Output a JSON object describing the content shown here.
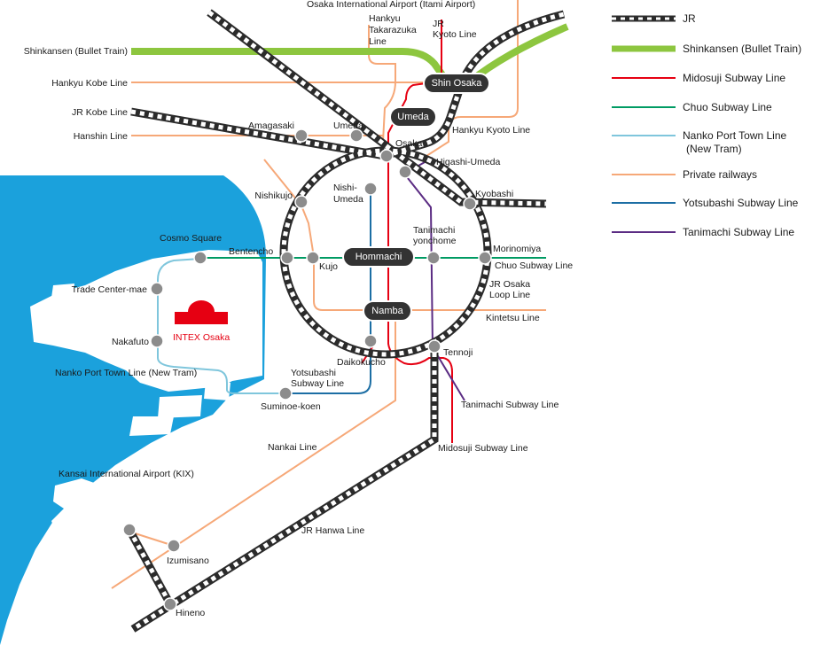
{
  "colors": {
    "sea": "#1ba1dc",
    "land": "#ffffff",
    "jr": "#2b2b2b",
    "shinkansen": "#8dc63f",
    "midosuji": "#e60012",
    "chuo": "#009b63",
    "nanko": "#7fc6dc",
    "private": "#f6a878",
    "yotsubashi": "#1c6ea4",
    "tanimachi": "#5b2c83",
    "station": "#8c8c8c",
    "intex": "#e60012"
  },
  "legend": [
    {
      "label": "JR",
      "style": "jr"
    },
    {
      "label": "Shinkansen (Bullet Train)",
      "style": "shinkansen"
    },
    {
      "label": "Midosuji Subway Line",
      "style": "midosuji"
    },
    {
      "label": "Chuo Subway Line",
      "style": "chuo"
    },
    {
      "label": "Nanko Port Town Line",
      "label2": "(New Tram)",
      "style": "nanko"
    },
    {
      "label": "Private railways",
      "style": "private"
    },
    {
      "label": "Yotsubashi Subway Line",
      "style": "yotsubashi"
    },
    {
      "label": "Tanimachi Subway Line",
      "style": "tanimachi"
    }
  ],
  "hubs": {
    "shin_osaka": "Shin Osaka",
    "umeda": "Umeda",
    "hommachi": "Hommachi",
    "namba": "Namba"
  },
  "venue": "INTEX Osaka",
  "labels": {
    "itami": "Osaka International Airport (Itami Airport)",
    "hankyu_takarazuka_1": "Hankyu",
    "hankyu_takarazuka_2": "Takarazuka",
    "hankyu_takarazuka_3": "Line",
    "jr_kyoto_1": "JR",
    "jr_kyoto_2": "Kyoto Line",
    "shinkansen_left": "Shinkansen (Bullet Train)",
    "hankyu_kobe": "Hankyu Kobe Line",
    "jr_kobe": "JR Kobe Line",
    "hanshin": "Hanshin Line",
    "hankyu_kyoto": "Hankyu Kyoto Line",
    "amagasaki": "Amagasaki",
    "umeda_st": "Umeda",
    "osaka": "Osaka",
    "higashi_umeda": "Higashi-Umeda",
    "kyobashi": "Kyobashi",
    "nishikujo": "Nishikujo",
    "nishi_umeda_1": "Nishi-",
    "nishi_umeda_2": "Umeda",
    "tanimachi_yonchome_1": "Tanimachi",
    "tanimachi_yonchome_2": "yonchome",
    "morinomiya": "Morinomiya",
    "chuo_line": "Chuo Subway Line",
    "cosmo_square": "Cosmo Square",
    "bentencho": "Bentencho",
    "kujo": "Kujo",
    "jr_loop_1": "JR Osaka",
    "jr_loop_2": "Loop Line",
    "kintetsu": "Kintetsu Line",
    "trade_center": "Trade Center-mae",
    "nakafuto": "Nakafuto",
    "daikokucho": "Daikokucho",
    "yotsubashi_1": "Yotsubashi",
    "yotsubashi_2": "Subway Line",
    "tennoji": "Tennoji",
    "nanko_line": "Nanko Port Town Line (New Tram)",
    "suminoe": "Suminoe-koen",
    "tanimachi_line": "Tanimachi Subway Line",
    "nankai": "Nankai Line",
    "midosuji_line": "Midosuji Subway Line",
    "kix": "Kansai International Airport (KIX)",
    "jr_hanwa": "JR Hanwa Line",
    "izumisano": "Izumisano",
    "hineno": "Hineno"
  }
}
